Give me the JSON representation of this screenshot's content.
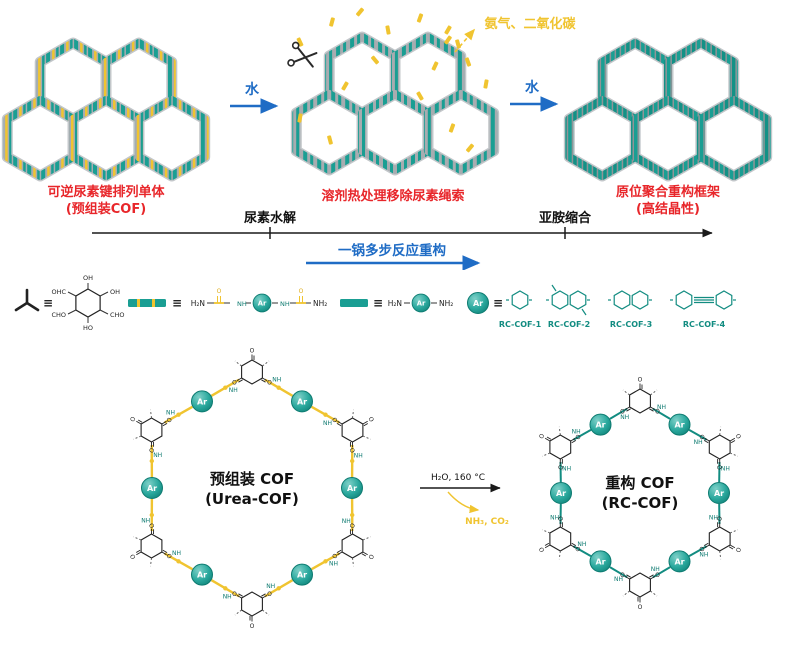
{
  "colors": {
    "teal": "#1a9e93",
    "yellow": "#f0c430",
    "gray": "#c3c7ca",
    "red": "#e8262a",
    "blue": "#1f6cc5",
    "black": "#1a1a1a"
  },
  "top": {
    "gas_label": "氨气、二氧化碳",
    "water1": "水",
    "water2": "水",
    "caption_left_1": "可逆尿素键排列单体",
    "caption_left_2": "(预组装COF)",
    "caption_mid": "溶剂热处理移除尿素绳索",
    "caption_right_1": "原位聚合重构框架",
    "caption_right_2": "(高结晶性)"
  },
  "timeline": {
    "stage1": "尿素水解",
    "stage2": "亚胺缩合",
    "overall": "一锅多步反应重构"
  },
  "labels": {
    "equiv": "≡",
    "ar": "Ar",
    "o": "O",
    "nh": "NH",
    "h2n": "H₂N",
    "nh2": "NH₂",
    "oh": "OH",
    "ho": "HO",
    "ohc": "OHC",
    "cho": "CHO"
  },
  "legend": {
    "rc_cofs": [
      "RC-COF-1",
      "RC-COF-2",
      "RC-COF-3",
      "RC-COF-4"
    ]
  },
  "bottom": {
    "left_title_1": "预组装 COF",
    "left_title_2": "(Urea-COF)",
    "right_title_1": "重构 COF",
    "right_title_2": "(RC-COF)",
    "arrow_condition": "H₂O, 160 °C",
    "arrow_byproduct": "NH₃, CO₂"
  }
}
